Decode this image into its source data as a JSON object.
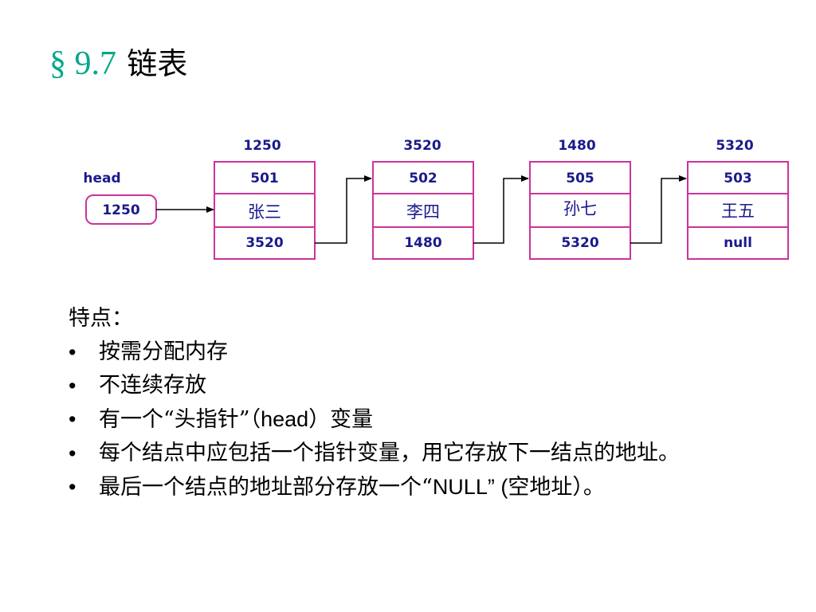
{
  "title": {
    "section_mark": "§ 9.7",
    "text": "链表"
  },
  "diagram": {
    "head": {
      "label": "head",
      "value": "1250"
    },
    "nodes": [
      {
        "address": "1250",
        "data": "501",
        "name": "张三",
        "next": "3520"
      },
      {
        "address": "3520",
        "data": "502",
        "name": "李四",
        "next": "1480"
      },
      {
        "address": "1480",
        "data": "505",
        "name": "孙七",
        "next": "5320"
      },
      {
        "address": "5320",
        "data": "503",
        "name": "王五",
        "next": "null"
      }
    ],
    "colors": {
      "border": "#cc3399",
      "text": "#1a1a8c",
      "arrow": "#000000"
    }
  },
  "content": {
    "heading": "特点：",
    "bullet_char": "•",
    "bullets": [
      "按需分配内存",
      "不连续存放",
      {
        "pre": "有一个“头指针”（",
        "sans": "head",
        "post": "）变量"
      },
      "每个结点中应包括一个指针变量，用它存放下一结点的地址。",
      {
        "pre": "最后一个结点的地址部分存放一个“",
        "sans": "NULL” (",
        "post": "空地址）。"
      }
    ]
  }
}
